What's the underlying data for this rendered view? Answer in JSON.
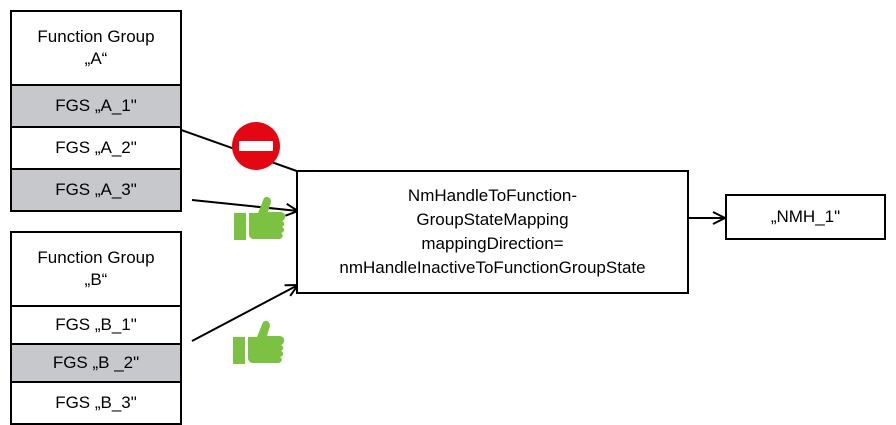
{
  "group_a": {
    "title_line1": "Function Group",
    "title_line2": "„A“",
    "states": [
      "FGS „A_1\"",
      "FGS „A_2\"",
      "FGS „A_3\""
    ]
  },
  "group_b": {
    "title_line1": "Function Group",
    "title_line2": "„B“",
    "states": [
      "FGS „B_1\"",
      "FGS „B _2\"",
      "FGS „B_3\""
    ]
  },
  "mapping": {
    "line1": "NmHandleToFunction-",
    "line2": "GroupStateMapping",
    "line3": "mappingDirection=",
    "line4": "nmHandleInactiveToFunctionGroupState"
  },
  "nm_handle": {
    "label": "„NMH_1\""
  },
  "icons": {
    "forbidden": "no-entry-icon",
    "approve": "thumbs-up-icon",
    "colors": {
      "forbidden": "#e30613",
      "approve": "#7cc242",
      "state_fill": "#c6c8cc"
    }
  }
}
